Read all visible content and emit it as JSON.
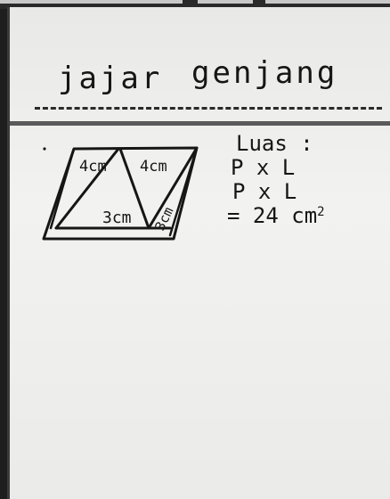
{
  "title": {
    "word1": "jajar",
    "word2": "genjang"
  },
  "figure": {
    "labels": {
      "left_top": "4cm",
      "right_top": "4cm",
      "bottom_middle": "3cm",
      "right_slant": "3cm"
    }
  },
  "notes": {
    "heading": "Luas :",
    "line1": "P x L",
    "line2": "P x L",
    "result_value": "= 24 cm",
    "result_exponent": "2"
  },
  "colors": {
    "paper": "#f2f2f0",
    "ink": "#161616",
    "rule": "#5a5a5a"
  }
}
